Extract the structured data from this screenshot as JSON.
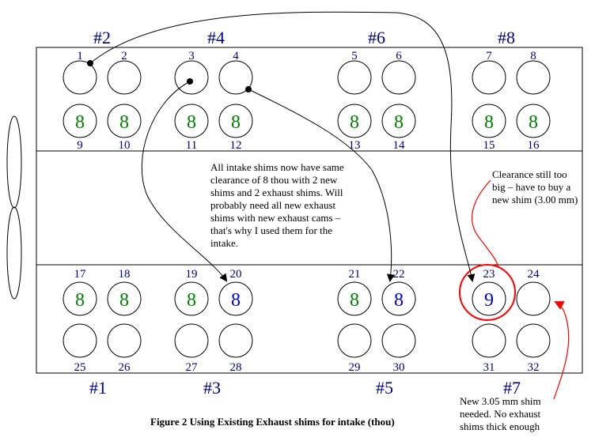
{
  "cylinders": {
    "top": [
      "#2",
      "#4",
      "#6",
      "#8"
    ],
    "bottom": [
      "#1",
      "#3",
      "#5",
      "#7"
    ]
  },
  "valves_top": [
    {
      "num": "1",
      "top": "",
      "bottom": "8",
      "bnum": "9"
    },
    {
      "num": "2",
      "top": "",
      "bottom": "8",
      "bnum": "10"
    },
    {
      "num": "3",
      "top": "",
      "bottom": "8",
      "bnum": "11"
    },
    {
      "num": "4",
      "top": "",
      "bottom": "8",
      "bnum": "12"
    },
    {
      "num": "5",
      "top": "",
      "bottom": "8",
      "bnum": "13"
    },
    {
      "num": "6",
      "top": "",
      "bottom": "8",
      "bnum": "14"
    },
    {
      "num": "7",
      "top": "",
      "bottom": "8",
      "bnum": "15"
    },
    {
      "num": "8",
      "top": "",
      "bottom": "8",
      "bnum": "16"
    }
  ],
  "valves_bottom": [
    {
      "num": "17",
      "value": "8",
      "color": "green",
      "bnum": "25"
    },
    {
      "num": "18",
      "value": "8",
      "color": "green",
      "bnum": "26"
    },
    {
      "num": "19",
      "value": "8",
      "color": "green",
      "bnum": "27"
    },
    {
      "num": "20",
      "value": "8",
      "color": "blue",
      "bnum": "28"
    },
    {
      "num": "21",
      "value": "8",
      "color": "green",
      "bnum": "29"
    },
    {
      "num": "22",
      "value": "8",
      "color": "blue",
      "bnum": "30"
    },
    {
      "num": "23",
      "value": "9",
      "color": "blue",
      "bnum": "31"
    },
    {
      "num": "24",
      "value": "",
      "color": "none",
      "bnum": "32"
    }
  ],
  "colors": {
    "label": "#000080",
    "intake_value": "#008000",
    "exhaust_shim_value": "#0000cc",
    "highlight": "#ff0000",
    "line": "#000000"
  },
  "notes": {
    "main": "All intake shims now have same clearance of 8 thou with 2 new shims and 2 exhaust shims. Will probably need all new exhaust shims with new exhaust cams – that's why I used them for the intake.",
    "clearance": "Clearance still too big – have to buy a new shim (3.00 mm)",
    "new_shim": "New 3.05 mm shim needed. No exhaust shims thick enough"
  },
  "caption": "Figure 2 Using Existing Exhaust shims for intake (thou)"
}
